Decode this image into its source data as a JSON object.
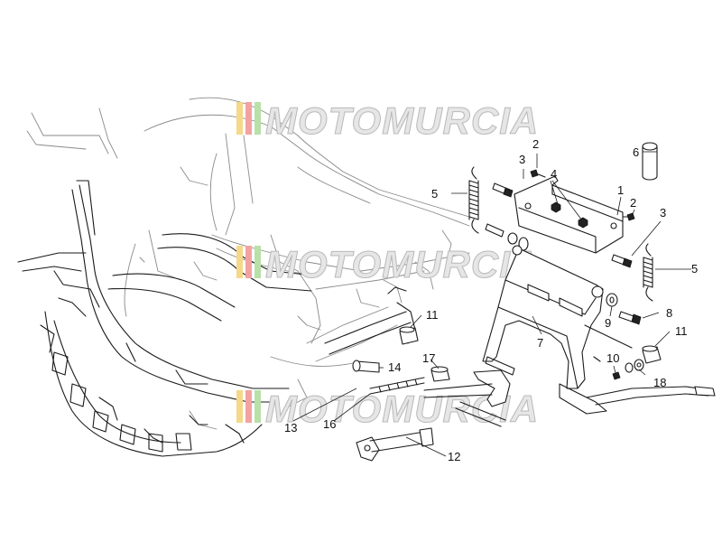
{
  "watermark": {
    "text": "MOTOMURCIA",
    "colors": [
      "#f4d98a",
      "#f2a2a2",
      "#b8e0a8"
    ]
  },
  "callouts": [
    {
      "id": "c1",
      "label": "1"
    },
    {
      "id": "c2a",
      "label": "2"
    },
    {
      "id": "c2b",
      "label": "2"
    },
    {
      "id": "c3a",
      "label": "3"
    },
    {
      "id": "c3b",
      "label": "3"
    },
    {
      "id": "c4",
      "label": "4"
    },
    {
      "id": "c5a",
      "label": "5"
    },
    {
      "id": "c5b",
      "label": "5"
    },
    {
      "id": "c6",
      "label": "6"
    },
    {
      "id": "c7",
      "label": "7"
    },
    {
      "id": "c8",
      "label": "8"
    },
    {
      "id": "c9",
      "label": "9"
    },
    {
      "id": "c10",
      "label": "10"
    },
    {
      "id": "c11a",
      "label": "11"
    },
    {
      "id": "c11b",
      "label": "11"
    },
    {
      "id": "c12",
      "label": "12"
    },
    {
      "id": "c13",
      "label": "13"
    },
    {
      "id": "c14",
      "label": "14"
    },
    {
      "id": "c16",
      "label": "16"
    },
    {
      "id": "c17",
      "label": "17"
    },
    {
      "id": "c18",
      "label": "18"
    }
  ]
}
